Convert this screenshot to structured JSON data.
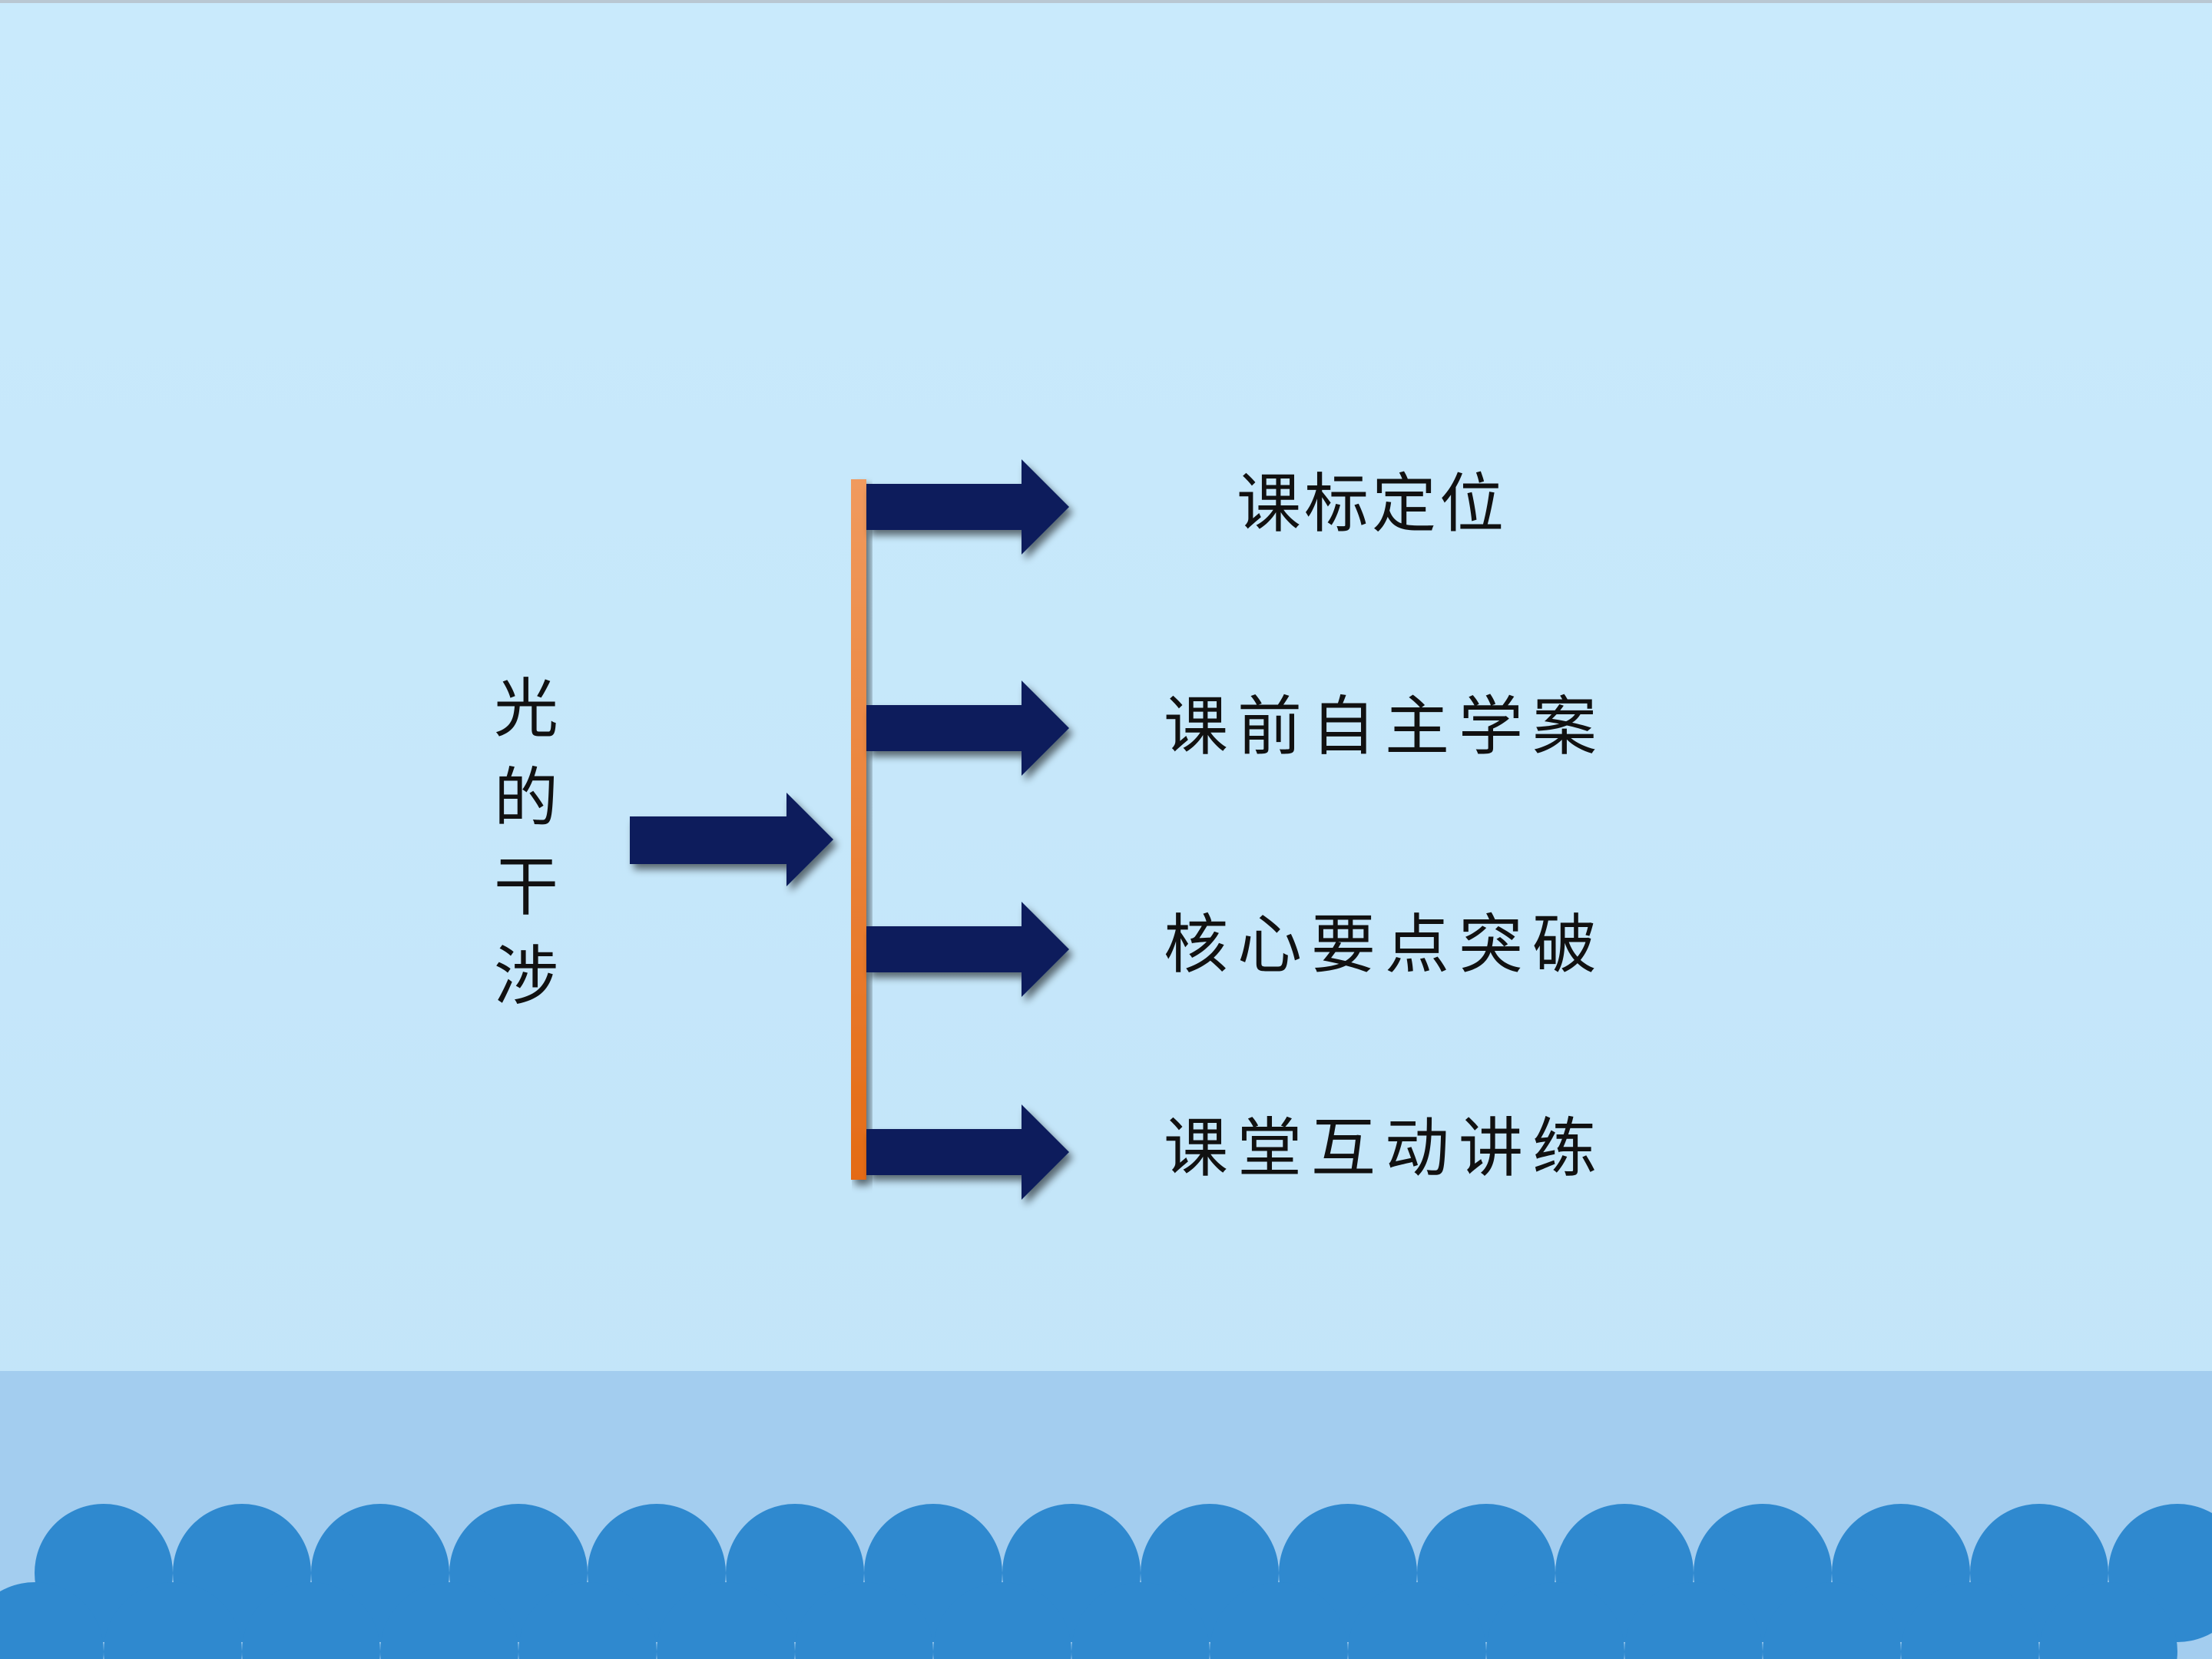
{
  "diagram": {
    "title_chars": [
      "光",
      "的",
      "干",
      "涉"
    ],
    "branches": [
      {
        "label": "课标定位"
      },
      {
        "label": "课前自主学案"
      },
      {
        "label": "核心要点突破"
      },
      {
        "label": "课堂互动讲练"
      }
    ]
  },
  "colors": {
    "background": "#c9eafc",
    "arrow": "#0c1f5c",
    "bracket": "#e97a2d",
    "wave_band": "#a3cdef",
    "scallops": "#2f89cf"
  }
}
